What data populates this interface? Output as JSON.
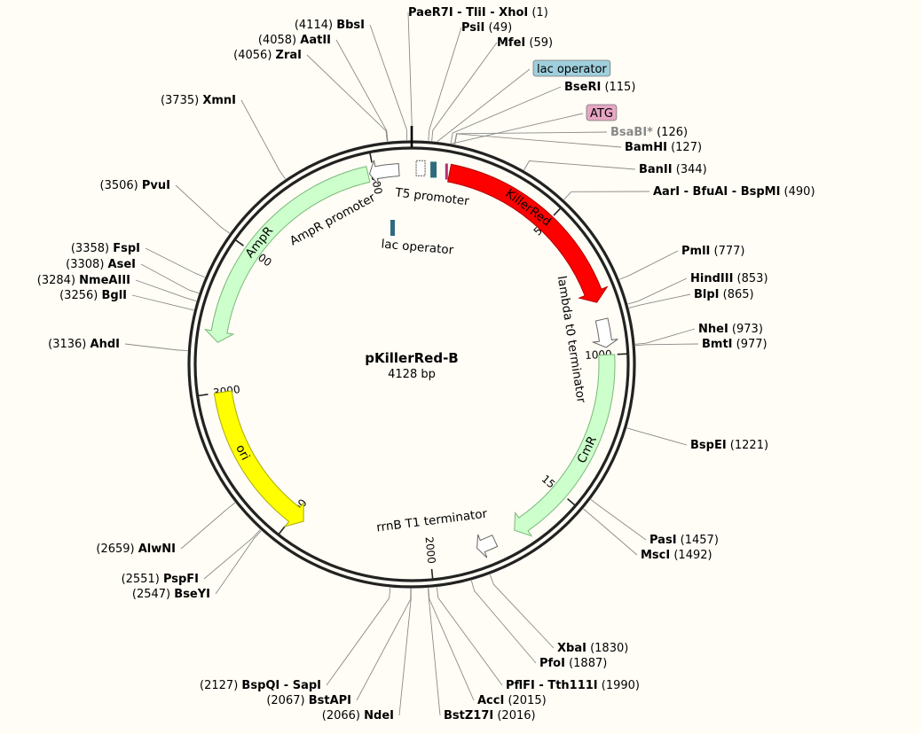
{
  "plasmid": {
    "name": "pKillerRed-B",
    "size_label": "4128 bp",
    "length": 4128
  },
  "colors": {
    "background": "#fffdf5",
    "killerred": "#ff0000",
    "ori": "#ffff00",
    "marker": "#ccffcc",
    "terminator": "#ffffff",
    "promoter_box": "#2e6b80",
    "lac_label_bg": "#9fcfdc",
    "atg_label_bg": "#e6a6c4",
    "gray_site": "#888888"
  },
  "ticks": [
    "500",
    "1000",
    "1500",
    "2000",
    "2500",
    "3000",
    "3500",
    "4000"
  ],
  "features": [
    {
      "name": "KillerRed",
      "kind": "cds",
      "color": "#ff0000",
      "label_color": "#ffffff"
    },
    {
      "name": "CmR",
      "kind": "marker",
      "color": "#ccffcc",
      "label_color": "#000000"
    },
    {
      "name": "AmpR",
      "kind": "marker",
      "color": "#ccffcc",
      "label_color": "#000000"
    },
    {
      "name": "ori",
      "kind": "origin",
      "color": "#ffff00",
      "label_color": "#000000"
    },
    {
      "name": "AmpR promoter",
      "kind": "promoter"
    },
    {
      "name": "T5 promoter",
      "kind": "promoter"
    },
    {
      "name": "lac operator",
      "kind": "operator"
    },
    {
      "name": "lambda t0 terminator",
      "kind": "terminator"
    },
    {
      "name": "rrnB T1 terminator",
      "kind": "terminator"
    }
  ],
  "callouts": {
    "lac_operator": "lac operator",
    "atg": "ATG"
  },
  "sites": [
    {
      "label": "PaeR7I - TliI - XhoI",
      "pos": "(1)"
    },
    {
      "label": "PsiI",
      "pos": "(49)"
    },
    {
      "label": "MfeI",
      "pos": "(59)"
    },
    {
      "label": "BseRI",
      "pos": "(115)"
    },
    {
      "label": "BsaBI*",
      "pos": "(126)",
      "gray": true
    },
    {
      "label": "BamHI",
      "pos": "(127)"
    },
    {
      "label": "BanII",
      "pos": "(344)"
    },
    {
      "label": "AarI - BfuAI - BspMI",
      "pos": "(490)"
    },
    {
      "label": "PmlI",
      "pos": "(777)"
    },
    {
      "label": "HindIII",
      "pos": "(853)"
    },
    {
      "label": "BlpI",
      "pos": "(865)"
    },
    {
      "label": "NheI",
      "pos": "(973)"
    },
    {
      "label": "BmtI",
      "pos": "(977)"
    },
    {
      "label": "BspEI",
      "pos": "(1221)"
    },
    {
      "label": "PasI",
      "pos": "(1457)"
    },
    {
      "label": "MscI",
      "pos": "(1492)"
    },
    {
      "label": "XbaI",
      "pos": "(1830)"
    },
    {
      "label": "PfoI",
      "pos": "(1887)"
    },
    {
      "label": "PflFI - Tth111I",
      "pos": "(1990)"
    },
    {
      "label": "AccI",
      "pos": "(2015)"
    },
    {
      "label": "BstZ17I",
      "pos": "(2016)"
    },
    {
      "label": "NdeI",
      "pos": "(2066)"
    },
    {
      "label": "BstAPI",
      "pos": "(2067)"
    },
    {
      "label": "BspQI - SapI",
      "pos": "(2127)"
    },
    {
      "label": "BseYI",
      "pos": "(2547)"
    },
    {
      "label": "PspFI",
      "pos": "(2551)"
    },
    {
      "label": "AlwNI",
      "pos": "(2659)"
    },
    {
      "label": "AhdI",
      "pos": "(3136)"
    },
    {
      "label": "BglI",
      "pos": "(3256)"
    },
    {
      "label": "NmeAIII",
      "pos": "(3284)"
    },
    {
      "label": "AseI",
      "pos": "(3308)"
    },
    {
      "label": "FspI",
      "pos": "(3358)"
    },
    {
      "label": "PvuI",
      "pos": "(3506)"
    },
    {
      "label": "XmnI",
      "pos": "(3735)"
    },
    {
      "label": "ZraI",
      "pos": "(4056)"
    },
    {
      "label": "AatII",
      "pos": "(4058)"
    },
    {
      "label": "BbsI",
      "pos": "(4114)"
    }
  ]
}
